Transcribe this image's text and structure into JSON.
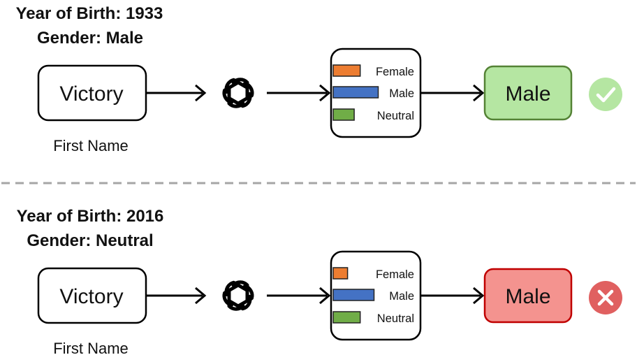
{
  "colors": {
    "female": "#ed7d31",
    "male": "#4472c4",
    "neutral": "#70ad47",
    "correct_fill": "#b5e6a2",
    "correct_stroke": "#548235",
    "correct_badge": "#b5e6a2",
    "wrong_fill": "#f4938f",
    "wrong_stroke": "#c00000",
    "wrong_badge": "#e06060"
  },
  "panels": [
    {
      "year_label": "Year of Birth: 1933",
      "gender_label": "Gender: Male",
      "input_name": "Victory",
      "input_caption": "First Name",
      "model_icon": "openai-logo-icon",
      "distribution": [
        {
          "label": "Female",
          "value": 0.45,
          "color": "#ed7d31"
        },
        {
          "label": "Male",
          "value": 0.75,
          "color": "#4472c4"
        },
        {
          "label": "Neutral",
          "value": 0.35,
          "color": "#70ad47"
        }
      ],
      "prediction": "Male",
      "result": "correct",
      "result_icon": "check-icon"
    },
    {
      "year_label": "Year of Birth: 2016",
      "gender_label": "Gender: Neutral",
      "input_name": "Victory",
      "input_caption": "First Name",
      "model_icon": "openai-logo-icon",
      "distribution": [
        {
          "label": "Female",
          "value": 0.24,
          "color": "#ed7d31"
        },
        {
          "label": "Male",
          "value": 0.68,
          "color": "#4472c4"
        },
        {
          "label": "Neutral",
          "value": 0.45,
          "color": "#70ad47"
        }
      ],
      "prediction": "Male",
      "result": "incorrect",
      "result_icon": "cross-icon"
    }
  ]
}
